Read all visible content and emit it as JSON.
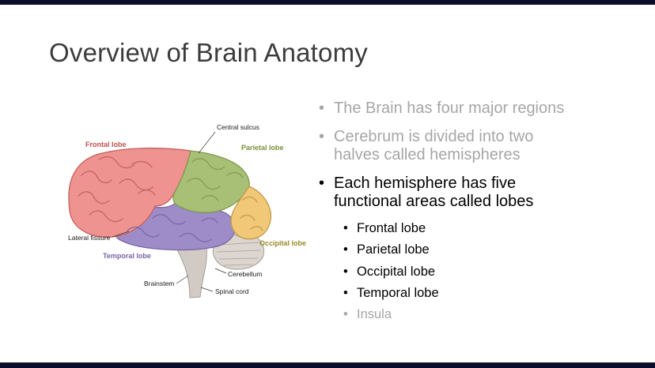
{
  "theme": {
    "border_bar_color": "#0D0D2B",
    "background": "#FFFFFF",
    "title_color": "#3C3C3C",
    "dimmed_text_color": "#A6A6A6",
    "active_text_color": "#000000"
  },
  "slide": {
    "title": "Overview of Brain Anatomy",
    "bullets": [
      {
        "text": "The Brain has four major regions",
        "state": "dimmed"
      },
      {
        "text": "Cerebrum is divided into two halves called hemispheres",
        "state": "dimmed"
      },
      {
        "text": "Each hemisphere has five functional areas called lobes",
        "state": "active"
      }
    ],
    "sub_bullets": [
      {
        "text": "Frontal lobe",
        "state": "active"
      },
      {
        "text": "Parietal lobe",
        "state": "active"
      },
      {
        "text": "Occipital lobe",
        "state": "active"
      },
      {
        "text": "Temporal lobe",
        "state": "active"
      },
      {
        "text": "Insula",
        "state": "dimmed"
      }
    ],
    "bullet_marker": "•"
  },
  "diagram": {
    "labels": {
      "central_sulcus": "Central sulcus",
      "frontal_lobe": "Frontal lobe",
      "parietal_lobe": "Parietal lobe",
      "lateral_fissure": "Lateral fissure",
      "occipital_lobe": "Occipital lobe",
      "temporal_lobe": "Temporal lobe",
      "cerebellum": "Cerebellum",
      "brainstem": "Brainstem",
      "spinal_cord": "Spinal cord"
    },
    "colors": {
      "frontal_fill": "#EE9390",
      "parietal_fill": "#A8C076",
      "occipital_fill": "#F0C878",
      "temporal_fill": "#9E8CC8",
      "cerebellum_fill": "#DCD6D0",
      "brainstem_fill": "#D2CBC5",
      "frontal_label": "#C0504D",
      "parietal_label": "#76923C",
      "occipital_label": "#9C8A2A",
      "temporal_label": "#7864A8",
      "plain_label": "#1A1A1A"
    }
  }
}
